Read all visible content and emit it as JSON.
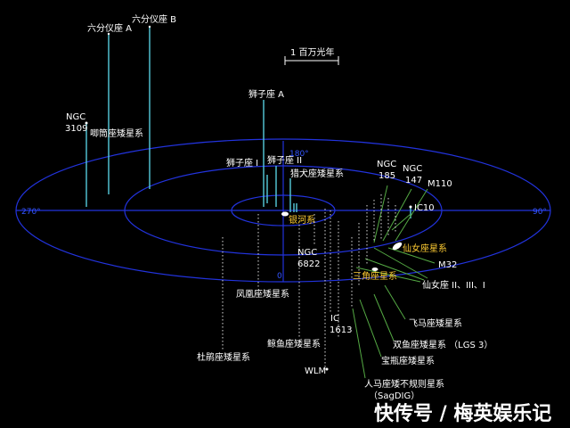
{
  "degree_labels": {
    "d0": "0",
    "d90": "90°",
    "d180": "180°",
    "d270": "270°"
  },
  "scale_bar": "1 百万光年",
  "labels": {
    "sextans_a": "六分仪座 A",
    "sextans_b": "六分仪座 B",
    "ngc3109_line1": "NGC",
    "ngc3109_line2": "3109",
    "antlia": "唧筒座矮星系",
    "leo_a": "狮子座 A",
    "leo_i": "狮子座 I",
    "leo_ii": "狮子座 II",
    "ursa_minor_canes": "猎犬座矮星系",
    "milky_way": "银河系",
    "ngc185_line1": "NGC",
    "ngc185_line2": "185",
    "ngc147_line1": "NGC",
    "ngc147_line2": "147",
    "m110": "M110",
    "ic10": "IC10",
    "andromeda": "仙女座星系",
    "m32": "M32",
    "andromeda_dwarfs": "仙女座 II、III、I",
    "triangulum": "三角座星系",
    "ngc6822_line1": "NGC",
    "ngc6822_line2": "6822",
    "phoenix": "凤凰座矮星系",
    "ic1613_line1": "IC",
    "ic1613_line2": "1613",
    "pegasus": "飞马座矮星系",
    "pisces": "双鱼座矮星系 （LGS 3）",
    "tucana": "杜鹃座矮星系",
    "cetus": "鲸鱼座矮星系",
    "aquarius": "宝瓶座矮星系",
    "wlm": "WLM",
    "sagdig_line1": "人马座矮不规则星系",
    "sagdig_line2": "（SagDIG）"
  },
  "watermark": "快传号 / 梅英娱乐记",
  "colors": {
    "background": "#000000",
    "ring": "#2233dd",
    "above_plane_line": "#55ccdd",
    "andromeda_group_line": "#55aa44",
    "milky_way_label": "#ffcc33"
  }
}
